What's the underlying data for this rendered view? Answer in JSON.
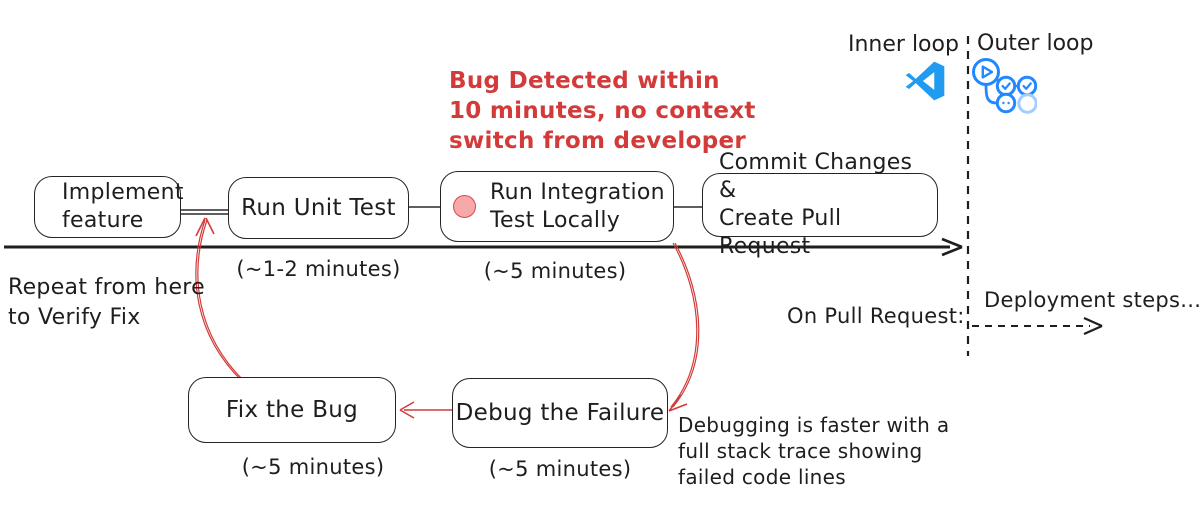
{
  "colors": {
    "ink": "#1e1e1e",
    "accent_red": "#d33a3a",
    "bug_marker_fill": "#f7a8a8",
    "vscode_blue": "#1f9cf0",
    "actions_blue": "#2188ff"
  },
  "loops": {
    "inner_label": "Inner loop",
    "outer_label": "Outer loop"
  },
  "red_note": {
    "lines": [
      "Bug Detected within",
      "10 minutes, no context",
      "switch from developer"
    ]
  },
  "timeline": {
    "steps": [
      {
        "line1": "Implement",
        "line2": "feature"
      },
      {
        "line1": "Run Unit Test",
        "duration": "(~1-2 minutes)"
      },
      {
        "line1": "Run Integration",
        "line2": "Test Locally",
        "duration": "(~5 minutes)"
      },
      {
        "line1": "Commit Changes &",
        "line2": "Create Pull Request"
      }
    ]
  },
  "repeat_note": {
    "lines": [
      "Repeat from here",
      "to Verify Fix"
    ]
  },
  "debug_loop": {
    "fix_box": {
      "label": "Fix the Bug",
      "duration": "(~5 minutes)"
    },
    "debug_box": {
      "label": "Debug the Failure",
      "duration": "(~5 minutes)"
    }
  },
  "pull_request": {
    "label": "On Pull Request:",
    "deployment_label": "Deployment steps..."
  },
  "debug_note": {
    "lines": [
      "Debugging is faster with a",
      "full stack trace showing",
      "failed code lines"
    ]
  }
}
